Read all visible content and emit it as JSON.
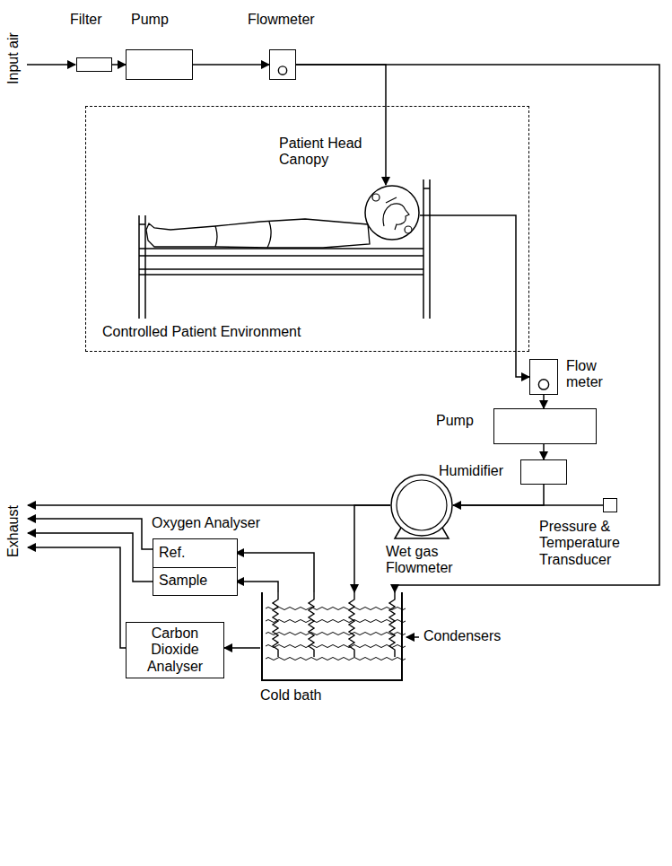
{
  "diagram": {
    "nodes": [
      {
        "text": [
          "Filter"
        ]
      },
      {
        "text": [
          "Pump"
        ]
      },
      {
        "text": [
          "Flowmeter"
        ]
      },
      {
        "text": [
          "Controlled Patient Environment"
        ]
      },
      {
        "text": [
          "Patient Head Canopy"
        ],
        "in": 3
      },
      {
        "text": [
          "Flow meter"
        ]
      },
      {
        "text": [
          "Pump"
        ]
      },
      {
        "text": [
          "Humidifier"
        ]
      },
      {
        "text": [
          "Pressure & Temperature Transducer"
        ]
      },
      {
        "text": [
          "Wet gas Flowmeter"
        ]
      },
      {
        "text": [
          "Oxygen Analyser"
        ]
      },
      {
        "text": [
          "Ref."
        ],
        "in": 10
      },
      {
        "text": [
          "Sample"
        ],
        "in": 10
      },
      {
        "text": [
          "Carbon Dioxide Analyser"
        ]
      },
      {
        "text": [
          "Condensers",
          "Cold bath"
        ]
      }
    ],
    "edges": [
      {
        "from": 0,
        "to": 1,
        "arrow": "to"
      },
      {
        "from": 1,
        "to": 2,
        "arrow": "to"
      },
      {
        "from": 2,
        "to": 4,
        "arrow": "to"
      },
      {
        "from": 4,
        "to": 5,
        "arrow": "to"
      },
      {
        "from": 5,
        "to": 6,
        "arrow": "to"
      },
      {
        "from": 6,
        "to": 7,
        "arrow": "to"
      },
      {
        "from": 7,
        "to": 9,
        "arrow": "to"
      },
      {
        "from": 8,
        "to": 9,
        "arrow": "none"
      },
      {
        "from": 2,
        "to": 14,
        "arrow": "to"
      },
      {
        "from": 9,
        "to": 14,
        "arrow": "to"
      },
      {
        "from": 14,
        "to": 11,
        "arrow": "to"
      },
      {
        "from": 14,
        "to": 12,
        "arrow": "to"
      },
      {
        "from": 14,
        "to": 13,
        "arrow": "to"
      }
    ],
    "labels": [
      "Input air",
      "Exhaust"
    ]
  }
}
